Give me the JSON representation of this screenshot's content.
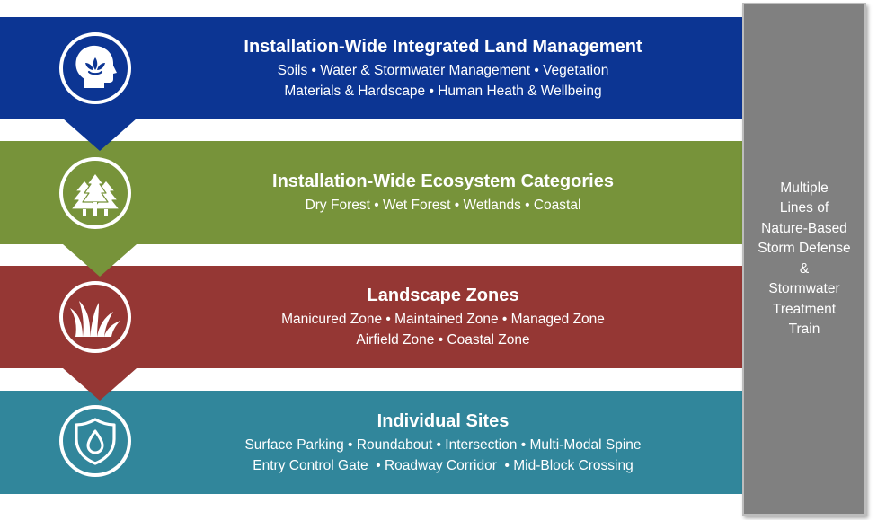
{
  "tiers": [
    {
      "title": "Installation-Wide Integrated Land Management",
      "lines": [
        "Soils • Water & Stormwater Management • Vegetation",
        "Materials & Hardscape • Human Heath & Wellbeing"
      ],
      "icon": "head-leaf-icon",
      "color": "#0c3593"
    },
    {
      "title": "Installation-Wide Ecosystem Categories",
      "lines": [
        "Dry Forest • Wet Forest • Wetlands • Coastal"
      ],
      "icon": "trees-icon",
      "color": "#77933a"
    },
    {
      "title": "Landscape Zones",
      "lines": [
        "Manicured Zone • Maintained Zone • Managed Zone",
        "Airfield Zone • Coastal Zone"
      ],
      "icon": "grass-icon",
      "color": "#953734"
    },
    {
      "title": "Individual Sites",
      "lines": [
        "Surface Parking • Roundabout • Intersection • Multi-Modal Spine",
        "Entry Control Gate  • Roadway Corridor  • Mid-Block Crossing"
      ],
      "icon": "shield-drop-icon",
      "color": "#31869b"
    }
  ],
  "sidebar": {
    "lines": [
      "Multiple",
      "Lines of",
      "Nature-Based",
      "Storm Defense",
      "&",
      "Stormwater",
      "Treatment",
      "Train"
    ],
    "color": "#808080"
  }
}
